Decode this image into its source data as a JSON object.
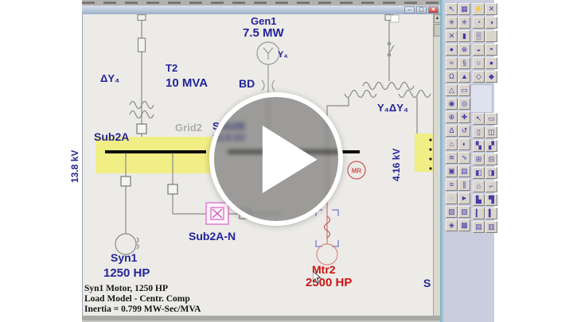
{
  "chrome": {
    "titlebar_buttons": {
      "minimize": "–",
      "maximize": "▢",
      "close": "✕"
    },
    "scroll_up_arrow": "▲"
  },
  "diagram": {
    "gen1": {
      "name": "Gen1",
      "rating": "7.5 MW",
      "conn": "Y₄"
    },
    "t2": {
      "name": "T2",
      "rating": "10 MVA",
      "conn": "ΔY₄"
    },
    "bd": {
      "name": "BD"
    },
    "grid2": {
      "name": "Grid2"
    },
    "sub2a": {
      "name": "Sub2A",
      "kv": "13.8 kV"
    },
    "sub2b": {
      "name": "Sub2B",
      "kv": "13.8 kV"
    },
    "sub2a_n": {
      "name": "Sub2A-N"
    },
    "tx_right": {
      "conn": "Y₄ΔY₄"
    },
    "bus_416": {
      "kv": "4.16 kV"
    },
    "mr": {
      "name": "MR"
    },
    "syn1": {
      "name": "Syn1",
      "rating": "1250 HP"
    },
    "mtr2": {
      "name": "Mtr2",
      "rating": "2500 HP"
    },
    "partial_label": "S"
  },
  "annotation": {
    "line1": "Syn1 Motor, 1250 HP",
    "line2": "Load Model - Centr. Comp",
    "line3": "Inertia = 0.799 MW-Sec/MVA"
  },
  "toolbars": {
    "left": [
      "↖",
      "▦",
      "✳",
      "✳",
      "✕",
      "▮",
      "●",
      "⊗",
      "≈",
      "§",
      "Ω",
      "▲",
      "△",
      "▭",
      "◉",
      "◎",
      "⊕",
      "✚",
      "Δ",
      "↺",
      "⌂",
      "◐",
      "≋",
      "∿",
      "▣",
      "▤",
      "≡",
      "∥",
      "◌",
      "►",
      "▧",
      "▨",
      "◈",
      "▩"
    ],
    "right_top": [
      "⚡",
      "✕",
      "◔",
      "◑",
      "▒",
      "",
      "◒",
      "◓",
      "○",
      "●",
      "◇",
      "◆"
    ],
    "right_bottom": [
      "↖",
      "▭",
      "▯",
      "◫",
      "▚",
      "▞",
      "⊞",
      "⊟",
      "◧",
      "◨",
      "⌂",
      "⌐",
      "▙",
      "▜",
      "▎",
      "▍",
      "▤",
      "▥"
    ]
  },
  "colors": {
    "bus_highlight": "#f0ee85",
    "label_navy": "#24249a",
    "label_red": "#cc1414",
    "device_pink": "#d763c9",
    "canvas": "#ecebe7"
  }
}
